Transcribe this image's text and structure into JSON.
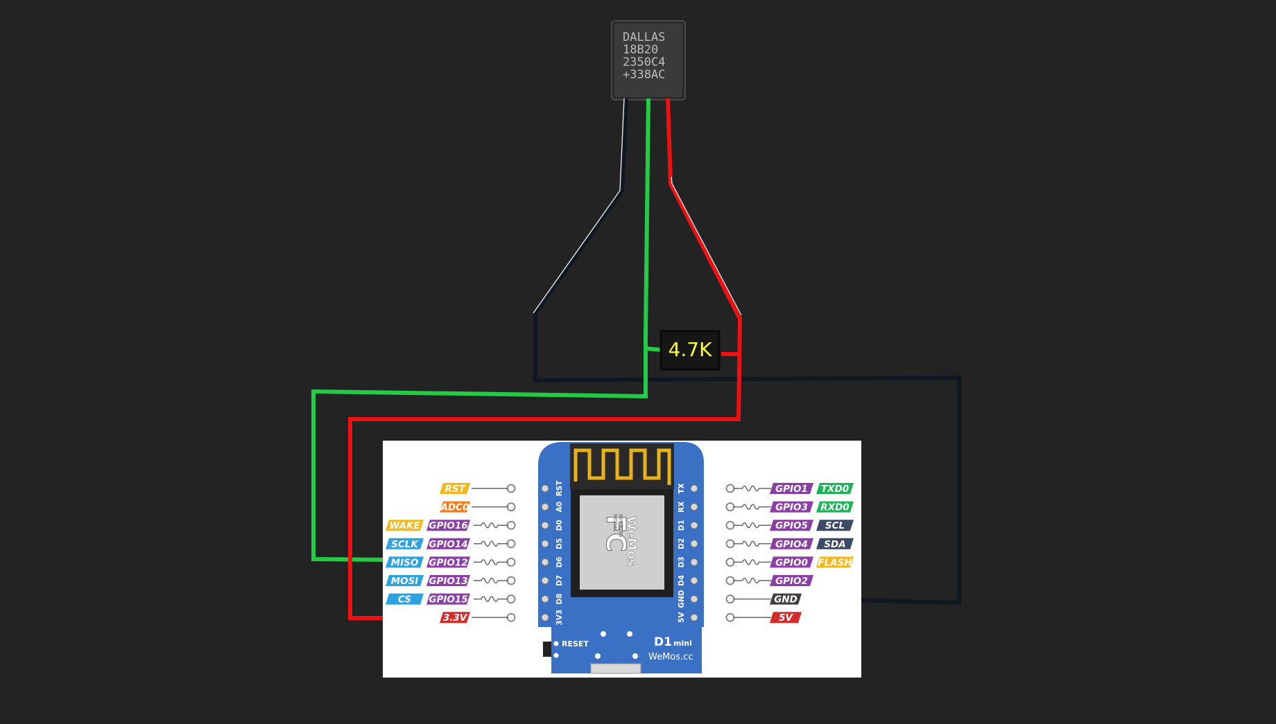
{
  "colors": {
    "background": "#232323",
    "wire_green": "#22cc44",
    "wire_red": "#ee1111",
    "wire_black": "#0e1722",
    "board_blue": "#3a71c4",
    "resistor_text": "#ffff33",
    "label_yellow": "#f5b81c",
    "label_orange": "#ef7d1e",
    "label_blue": "#2aa3e0",
    "label_purple": "#8b3ea6",
    "label_green": "#1fb35a",
    "label_navy": "#3c4a66",
    "label_gray": "#404040",
    "label_red": "#d42b2b"
  },
  "sensor": {
    "lines": [
      "DALLAS",
      "18B20",
      "2350C4",
      "+338AC"
    ]
  },
  "resistor": {
    "label": "4.7K"
  },
  "board": {
    "name": "D1",
    "name_small": "mini",
    "brand": "WeMos.cc",
    "reset_label": "RESET",
    "module_logo": "WeMos",
    "module_model_caption": "MODEL",
    "module_model": "ESP-8266",
    "fcc": "FC",
    "left_pin_names": [
      "RST",
      "A0",
      "D0",
      "D5",
      "D6",
      "D7",
      "D8",
      "3V3"
    ],
    "right_pin_names": [
      "TX",
      "RX",
      "D1",
      "D2",
      "D3",
      "D4",
      "GND",
      "5V"
    ],
    "left_pins": [
      {
        "labels": [
          {
            "text": "RST",
            "color": "label_yellow"
          }
        ]
      },
      {
        "labels": [
          {
            "text": "ADC0",
            "color": "label_orange"
          }
        ]
      },
      {
        "labels": [
          {
            "text": "WAKE",
            "color": "label_yellow"
          },
          {
            "text": "GPIO16",
            "color": "label_purple"
          }
        ]
      },
      {
        "labels": [
          {
            "text": "SCLK",
            "color": "label_blue"
          },
          {
            "text": "GPIO14",
            "color": "label_purple"
          }
        ]
      },
      {
        "labels": [
          {
            "text": "MISO",
            "color": "label_blue"
          },
          {
            "text": "GPIO12",
            "color": "label_purple"
          }
        ]
      },
      {
        "labels": [
          {
            "text": "MOSI",
            "color": "label_blue"
          },
          {
            "text": "GPIO13",
            "color": "label_purple"
          }
        ]
      },
      {
        "labels": [
          {
            "text": "CS",
            "color": "label_blue"
          },
          {
            "text": "GPIO15",
            "color": "label_purple"
          }
        ]
      },
      {
        "labels": [
          {
            "text": "3.3V",
            "color": "label_red"
          }
        ]
      }
    ],
    "right_pins": [
      {
        "labels": [
          {
            "text": "GPIO1",
            "color": "label_purple"
          },
          {
            "text": "TXD0",
            "color": "label_green"
          }
        ]
      },
      {
        "labels": [
          {
            "text": "GPIO3",
            "color": "label_purple"
          },
          {
            "text": "RXD0",
            "color": "label_green"
          }
        ]
      },
      {
        "labels": [
          {
            "text": "GPIO5",
            "color": "label_purple"
          },
          {
            "text": "SCL",
            "color": "label_navy"
          }
        ]
      },
      {
        "labels": [
          {
            "text": "GPIO4",
            "color": "label_purple"
          },
          {
            "text": "SDA",
            "color": "label_navy"
          }
        ]
      },
      {
        "labels": [
          {
            "text": "GPIO0",
            "color": "label_purple"
          },
          {
            "text": "FLASH",
            "color": "label_yellow"
          }
        ]
      },
      {
        "labels": [
          {
            "text": "GPIO2",
            "color": "label_purple"
          }
        ]
      },
      {
        "labels": [
          {
            "text": "GND",
            "color": "label_gray"
          }
        ]
      },
      {
        "labels": [
          {
            "text": "5V",
            "color": "label_red"
          }
        ]
      }
    ]
  }
}
